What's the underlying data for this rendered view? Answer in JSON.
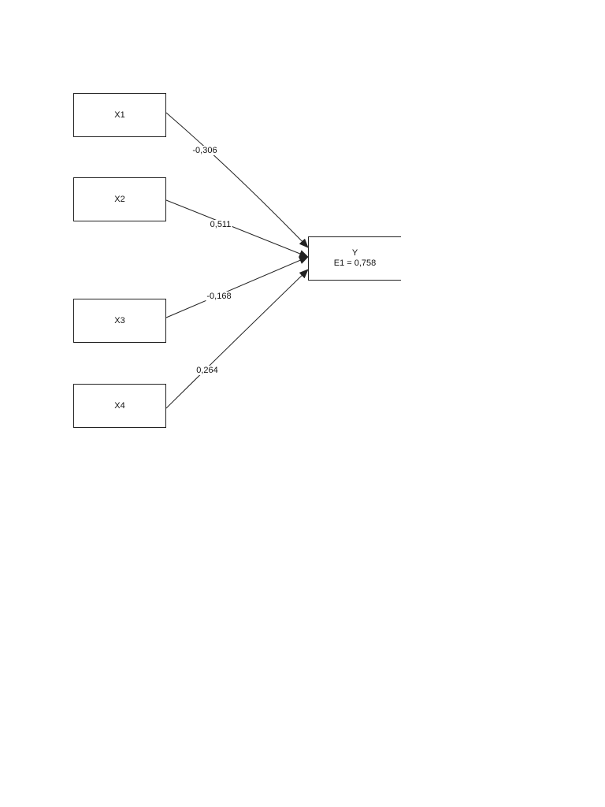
{
  "nodes": {
    "x1": "X1",
    "x2": "X2",
    "x3": "X3",
    "x4": "X4",
    "y": {
      "name": "Y",
      "error": "E1 = 0,758"
    }
  },
  "paths": [
    {
      "from": "X1",
      "to": "Y",
      "coefficient": "-0,306"
    },
    {
      "from": "X2",
      "to": "Y",
      "coefficient": "0,511"
    },
    {
      "from": "X3",
      "to": "Y",
      "coefficient": "-0,168"
    },
    {
      "from": "X4",
      "to": "Y",
      "coefficient": "0,264"
    }
  ],
  "colors": {
    "line": "#222222",
    "background": "#ffffff"
  }
}
